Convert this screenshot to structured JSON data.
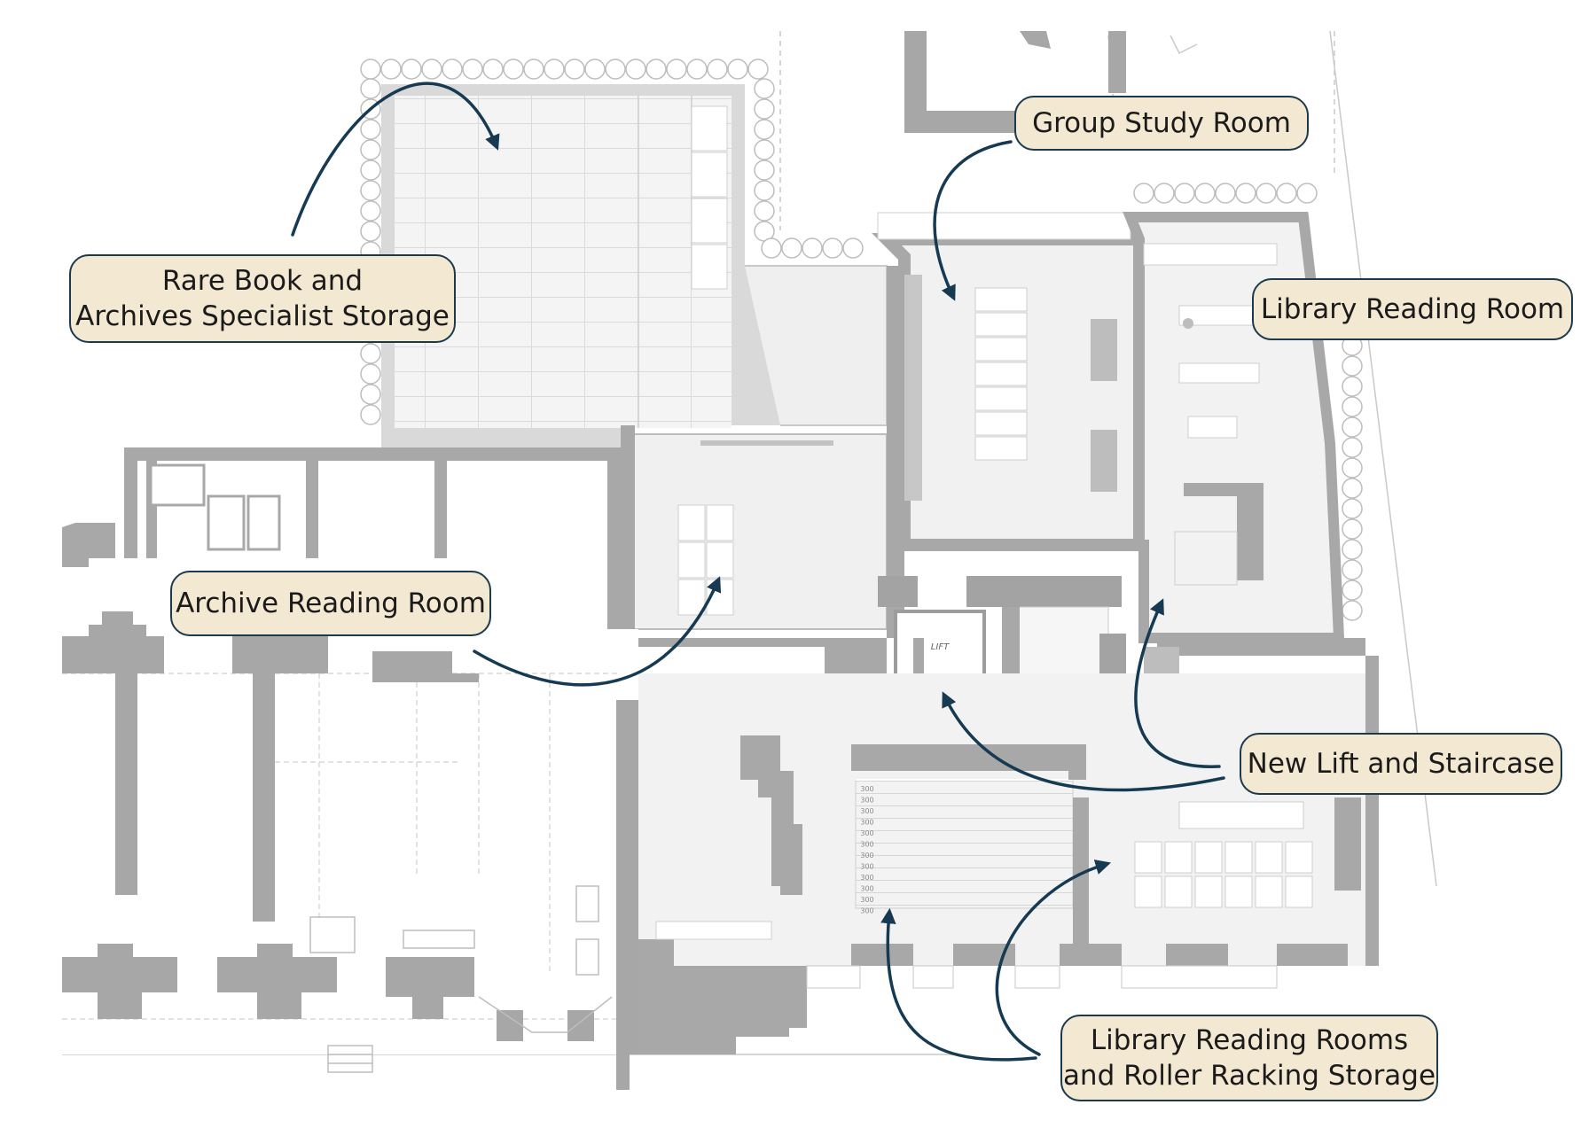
{
  "colors": {
    "wall": "#a8a8a8",
    "wall_light": "#cfcfcf",
    "room_fill": "#f2f2f2",
    "line": "#b3b3b3",
    "arrow": "#163a52",
    "label_bg": "#f3e8d2",
    "label_border": "#1d3a4d"
  },
  "labels": {
    "rare_book": {
      "line1": "Rare Book and",
      "line2": "Archives Specialist Storage"
    },
    "group_study": {
      "line1": "Group Study Room"
    },
    "library_reading": {
      "line1": "Library Reading Room"
    },
    "archive_reading": {
      "line1": "Archive Reading Room"
    },
    "lift_stair": {
      "line1": "New Lift and Staircase"
    },
    "reading_rooms_racking": {
      "line1": "Library Reading Rooms",
      "line2": "and Roller Racking Storage"
    }
  },
  "plan_text": {
    "lift": "LIFT",
    "rack_numbers": [
      "300",
      "300",
      "300",
      "300",
      "300",
      "300",
      "300",
      "300",
      "300",
      "300",
      "300",
      "300"
    ]
  }
}
